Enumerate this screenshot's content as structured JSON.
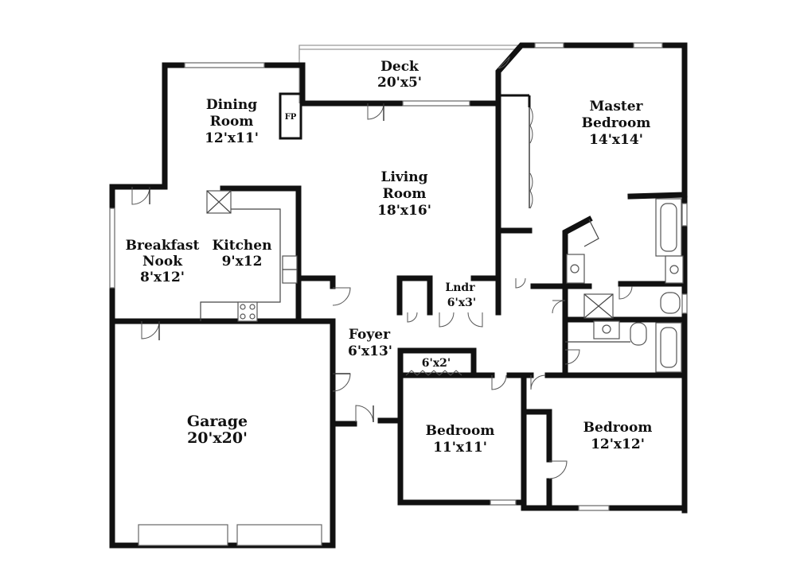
{
  "rooms": {
    "deck": {
      "name": "Deck",
      "dims": "20'x5'"
    },
    "dining": {
      "name_line1": "Dining",
      "name_line2": "Room",
      "dims": "12'x11'"
    },
    "fireplace": {
      "label": "FP"
    },
    "master": {
      "name_line1": "Master",
      "name_line2": "Bedroom",
      "dims": "14'x14'"
    },
    "living": {
      "name_line1": "Living",
      "name_line2": "Room",
      "dims": "18'x16'"
    },
    "breakfast": {
      "name_line1": "Breakfast",
      "name_line2": "Nook",
      "dims": "8'x12'"
    },
    "kitchen": {
      "name": "Kitchen",
      "dims": "9'x12"
    },
    "laundry": {
      "name": "Lndr",
      "dims": "6'x3'"
    },
    "foyer": {
      "name": "Foyer",
      "dims": "6'x13'"
    },
    "closet": {
      "dims": "6'x2'"
    },
    "garage": {
      "name": "Garage",
      "dims": "20'x20'"
    },
    "bedroom2": {
      "name": "Bedroom",
      "dims": "11'x11'"
    },
    "bedroom3": {
      "name": "Bedroom",
      "dims": "12'x12'"
    }
  }
}
